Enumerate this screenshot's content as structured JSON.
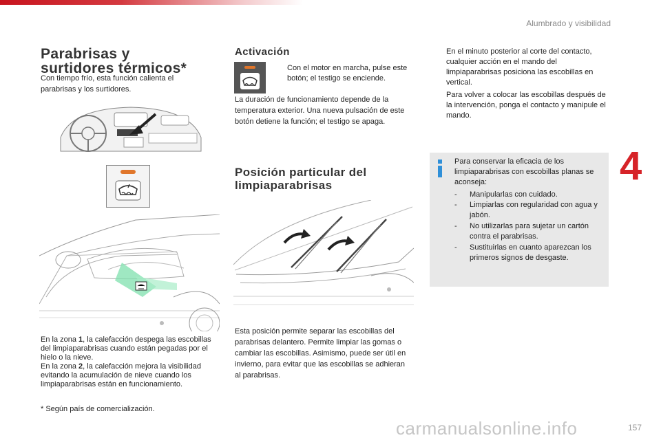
{
  "header": {
    "section_title": "Alumbrado y visibilidad",
    "chapter_number": "4",
    "page_number": "157"
  },
  "watermark": "carmanualsonline.info",
  "left": {
    "title": "Parabrisas y surtidores térmicos*",
    "intro": "Con tiempo frío, esta función calienta el parabrisas y los surtidores.",
    "zone_text": [
      {
        "pre": "En la zona ",
        "bold": "1",
        "post": ", la calefacción despega las escobillas del limpiaparabrisas cuando están pegadas por el hielo o la nieve."
      },
      {
        "pre": "En la zona ",
        "bold": "2",
        "post": ", la calefacción mejora la visibilidad evitando la acumulación de nieve cuando los limpiaparabrisas están en funcionamiento."
      }
    ],
    "footnote": "* Según país de comercialización."
  },
  "middle": {
    "activation_title": "Activación",
    "activation_bullet": "Con el motor en marcha, pulse este botón; el testigo se enciende.",
    "activation_text": "La duración de funcionamiento depende de la temperatura exterior. Una nueva pulsación de este botón detiene la función; el testigo se apaga.",
    "position_title": "Posición particular del limpiaparabrisas",
    "position_text": "Esta posición permite separar las escobillas del parabrisas delantero. Permite limpiar las gomas o cambiar las escobillas. Asimismo, puede ser útil en invierno, para evitar que las escobillas se adhieran al parabrisas."
  },
  "right": {
    "bullets": [
      "En el minuto posterior al corte del contacto, cualquier acción en el mando del limpiaparabrisas posiciona las escobillas en vertical.",
      "Para volver a colocar las escobillas después de la intervención, ponga el contacto y manipule el mando."
    ],
    "info_intro": "Para conservar la eficacia de los limpiaparabrisas con escobillas planas se aconseja:",
    "info_items": [
      "Manipularlas con cuidado.",
      "Limpiarlas con regularidad con agua y jabón.",
      "No utilizarlas para sujetar un cartón contra el parabrisas.",
      "Sustituirlas en cuanto aparezcan los primeros signos de desgaste."
    ]
  },
  "symbols": {
    "bullet": "",
    "dash": "-"
  },
  "colors": {
    "accent_red": "#d62328",
    "info_blue": "#2f8fd8",
    "indicator_orange": "#e0762b"
  }
}
